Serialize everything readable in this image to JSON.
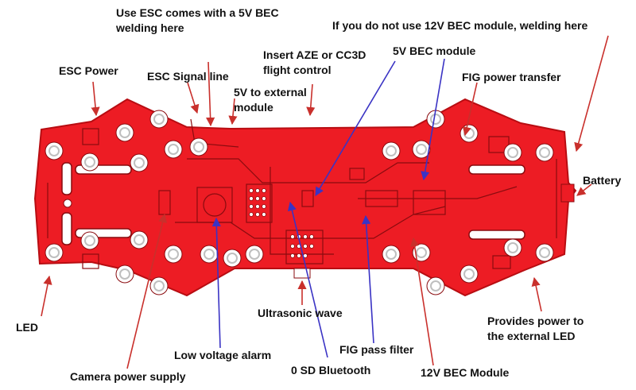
{
  "colors": {
    "board_fill": "#ed1c24",
    "board_outline": "#b80d12",
    "trace": "#8a0b0f",
    "hole_ring": "#bfbfbf",
    "arrow_red": "#c9302c",
    "arrow_blue": "#3a33c4",
    "text": "#111111"
  },
  "labels": {
    "esc_bec_line1": "Use ESC comes with a 5V BEC",
    "esc_bec_line2": "welding here",
    "no_12v_bec": "If you do not use 12V BEC module, welding here",
    "insert_fc_line1": "Insert AZE or CC3D",
    "insert_fc_line2": "flight control",
    "bec_5v_module": "5V BEC module",
    "esc_power": "ESC Power",
    "esc_signal": "ESC Signal line",
    "ext_5v_line1": "5V to external",
    "ext_5v_line2": "module",
    "fig_power": "FIG power transfer",
    "battery": "Battery",
    "led": "LED",
    "ultrasonic": "Ultrasonic wave",
    "ext_led_line1": "Provides power to",
    "ext_led_line2": "the external LED",
    "low_voltage": "Low voltage alarm",
    "fig_filter": "FIG pass filter",
    "camera_power": "Camera power supply",
    "sd_bluetooth": "0 SD Bluetooth",
    "bec_12v_module": "12V BEC Module"
  }
}
